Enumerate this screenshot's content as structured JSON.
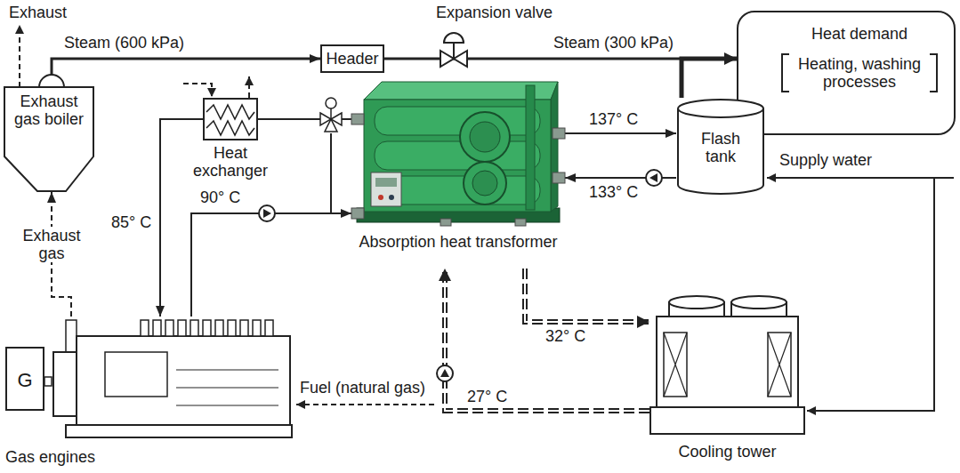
{
  "diagram": {
    "nodes": [
      {
        "text": [
          "Exhaust gas boiler"
        ]
      },
      {
        "text": [
          "Header"
        ]
      },
      {
        "text": [
          "Heat demand",
          "Heating, washing processes"
        ]
      },
      {
        "text": [
          "Heat exchanger"
        ]
      },
      {
        "text": [
          "Absorption heat transformer"
        ]
      },
      {
        "text": [
          "Flash tank"
        ]
      },
      {
        "text": [
          "Gas engines"
        ]
      },
      {
        "text": [
          "G"
        ]
      },
      {
        "text": [
          "Cooling tower"
        ]
      }
    ],
    "edges": [
      {
        "from": 0,
        "to": 1,
        "label": "Steam (600 kPa)",
        "arrow": "to"
      },
      {
        "from": 1,
        "to": 2,
        "label": "Steam (300 kPa)",
        "arrow": "to"
      },
      {
        "from": 5,
        "to": 2,
        "arrow": "to"
      },
      {
        "from": 6,
        "to": 0,
        "label": "Exhaust gas",
        "arrow": "to"
      },
      {
        "from": 3,
        "to": 6,
        "label": "85° C",
        "arrow": "to"
      },
      {
        "from": 6,
        "to": 4,
        "label": "90° C",
        "arrow": "to"
      },
      {
        "from": 4,
        "to": 3,
        "arrow": "none"
      },
      {
        "from": 4,
        "to": 5,
        "label": "137° C",
        "arrow": "to"
      },
      {
        "from": 5,
        "to": 4,
        "label": "133° C",
        "arrow": "to"
      },
      {
        "from": 4,
        "to": 8,
        "label": "32° C",
        "arrow": "to"
      },
      {
        "from": 8,
        "to": 4,
        "label": "27° C",
        "arrow": "to"
      }
    ],
    "labels": [
      "Exhaust",
      "Expansion valve",
      "Supply water",
      "Fuel (natural gas)"
    ]
  }
}
